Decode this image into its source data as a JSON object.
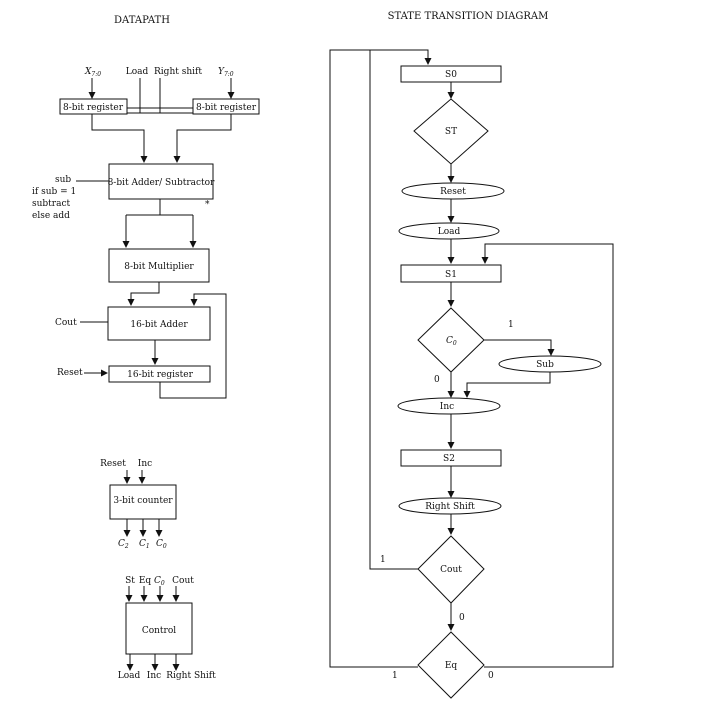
{
  "titles": {
    "left": "DATAPATH",
    "right": "STATE TRANSITION DIAGRAM"
  },
  "datapath": {
    "inputs": {
      "x": "X",
      "x_sub": "7:0",
      "load": "Load",
      "right_shift": "Right shift",
      "y": "Y",
      "y_sub": "7:0"
    },
    "reg_a": "8-bit register",
    "reg_b": "8-bit register",
    "addsub": "8-bit Adder/ Subtractor",
    "sub_note": {
      "l1": "sub",
      "l2": "if   sub   =   1",
      "l3": "subtract",
      "l4": "else add"
    },
    "star": "*",
    "multiplier": "8-bit Multiplier",
    "adder16": "16-bit Adder",
    "cout": "Cout",
    "reg16": "16-bit register",
    "reset": "Reset",
    "counter": {
      "label": "3-bit counter",
      "in_reset": "Reset",
      "in_inc": "Inc",
      "out_c2": "C",
      "out_c2_sub": "2",
      "out_c1": "C",
      "out_c1_sub": "1",
      "out_c0": "C",
      "out_c0_sub": "0"
    },
    "control": {
      "label": "Control",
      "in_st": "St",
      "in_eq": "Eq",
      "in_c0": "C",
      "in_c0_sub": "0",
      "in_cout": "Cout",
      "out_load": "Load",
      "out_inc": "Inc",
      "out_rs": "Right Shift"
    }
  },
  "fsm": {
    "s0": "S0",
    "st": "ST",
    "reset": "Reset",
    "load": "Load",
    "s1": "S1",
    "c0": "C",
    "c0_sub": "0",
    "one_c0": "1",
    "zero_c0": "0",
    "sub": "Sub",
    "inc": "Inc",
    "s2": "S2",
    "right_shift": "Right Shift",
    "cout": "Cout",
    "one_cout": "1",
    "zero_cout": "0",
    "eq": "Eq",
    "one_eq": "1",
    "zero_eq": "0"
  }
}
